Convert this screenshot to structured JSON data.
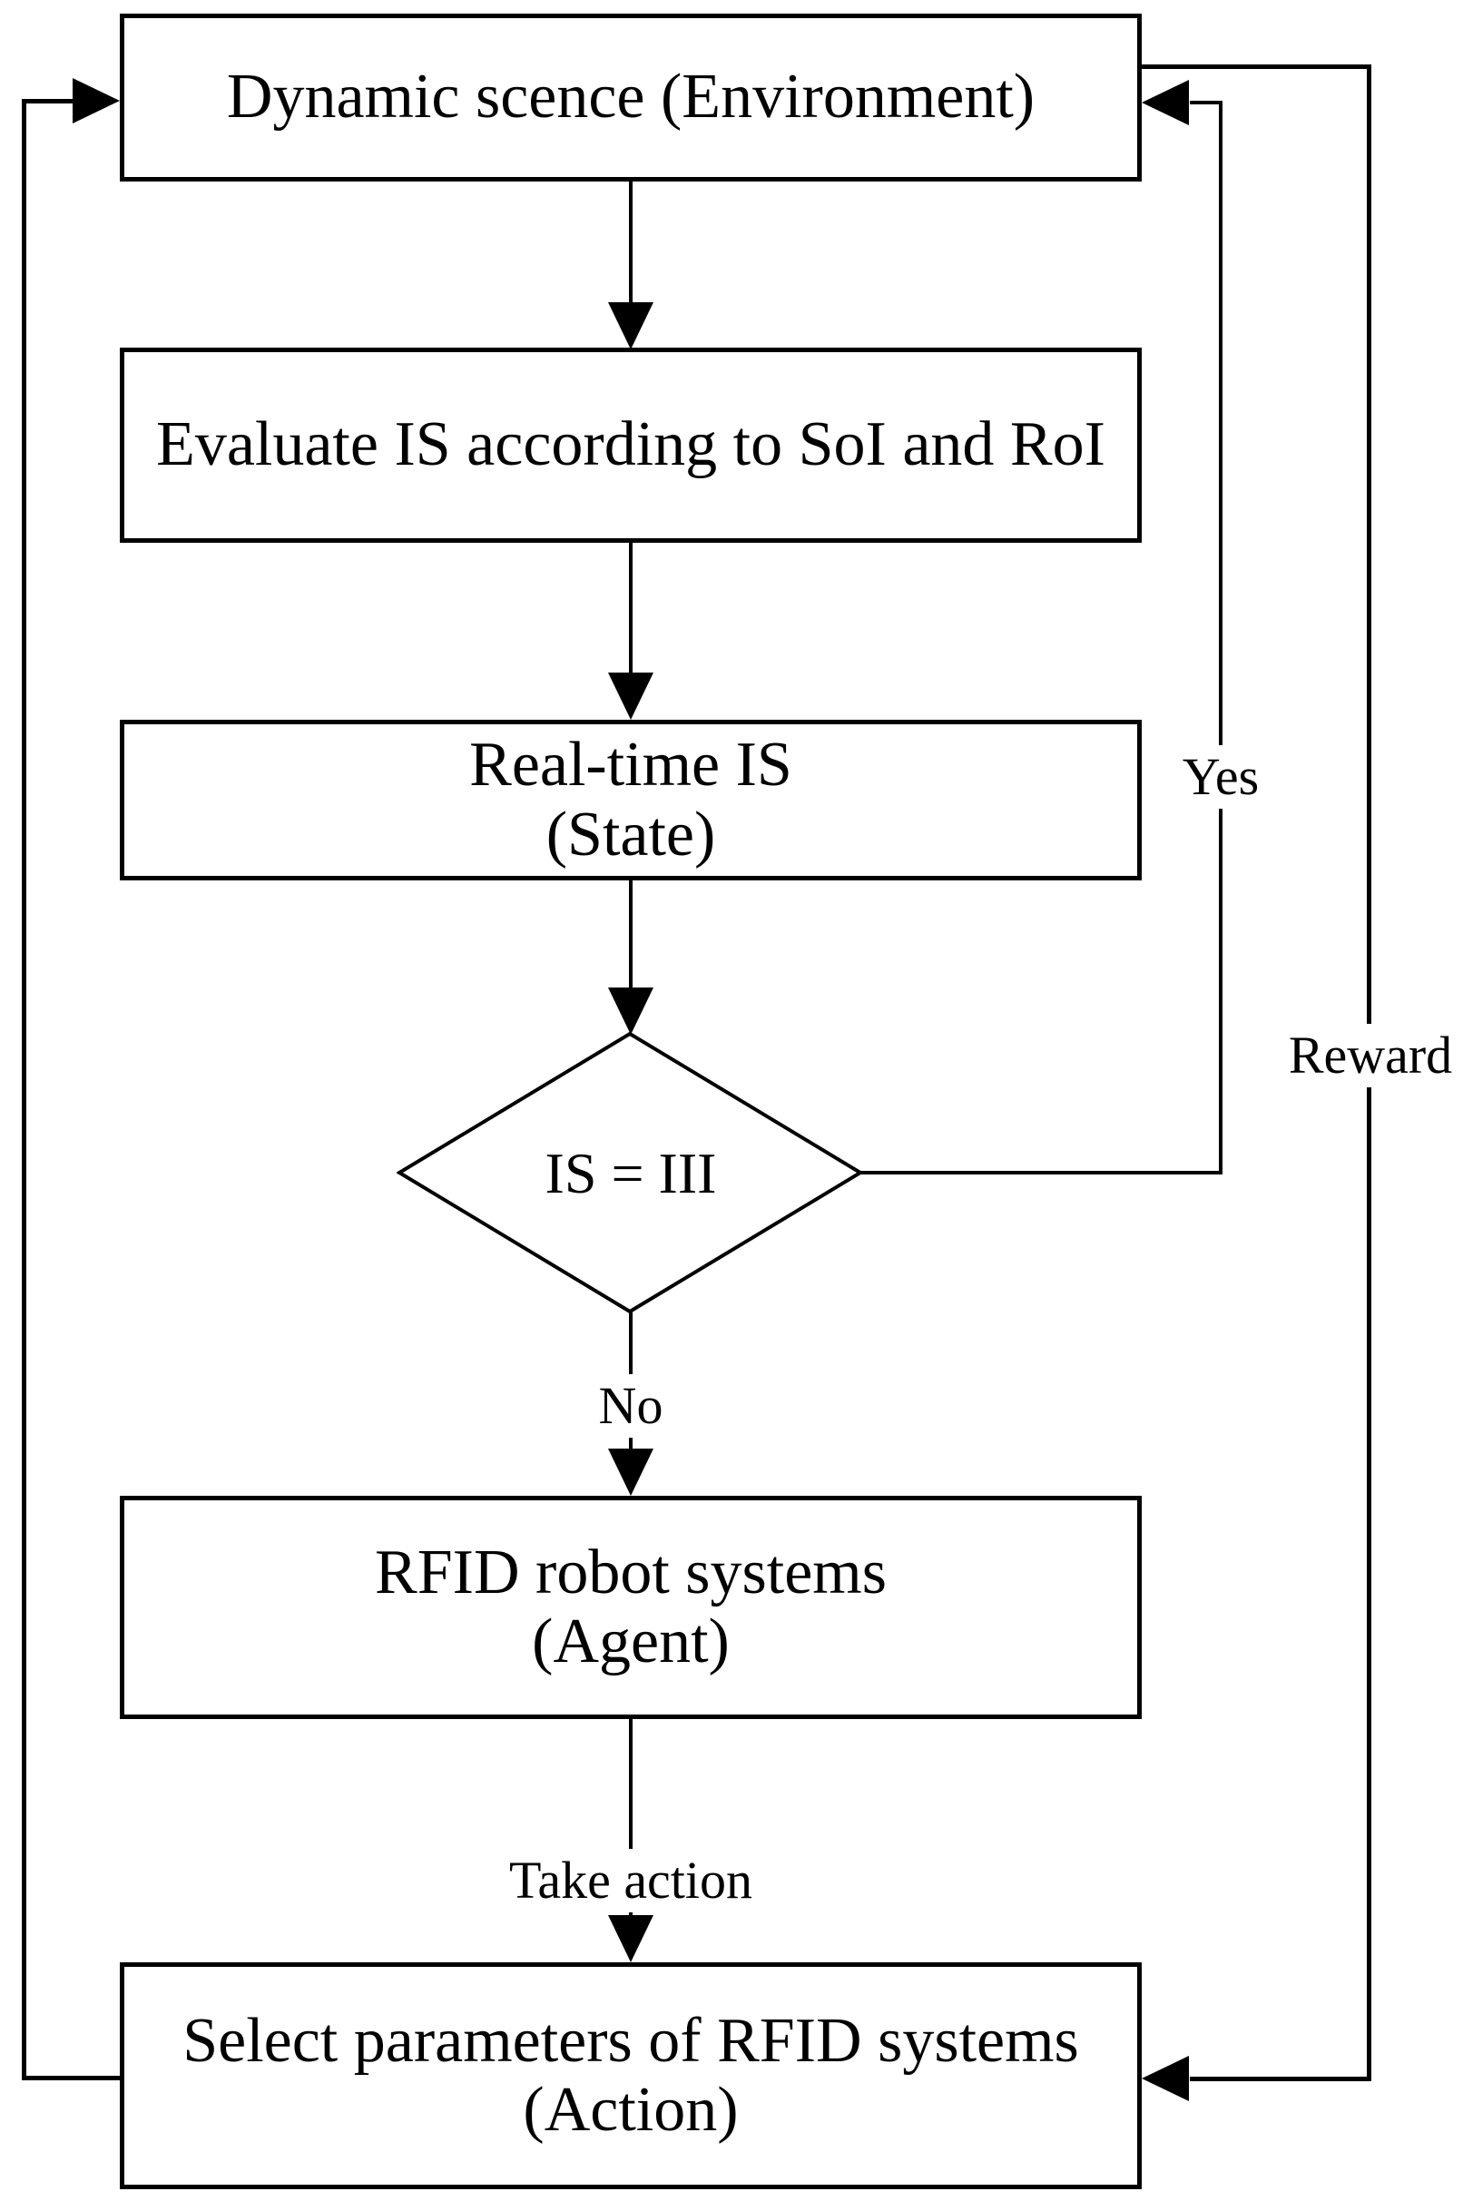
{
  "figure": {
    "type": "flowchart",
    "background": "#ffffff",
    "line_color": "#000000",
    "box_fill": "#ffffff",
    "text_color": "#000000"
  },
  "nodes": {
    "environment": {
      "label": "Dynamic scence (Environment)"
    },
    "evaluate": {
      "label": "Evaluate IS according to SoI and RoI"
    },
    "state": {
      "line1": "Real-time IS",
      "line2": "(State)"
    },
    "decision": {
      "label": "IS = III"
    },
    "agent": {
      "line1": "RFID robot systems",
      "line2": "(Agent)"
    },
    "action": {
      "line1": "Select parameters of RFID systems",
      "line2": "(Action)"
    }
  },
  "edge_labels": {
    "yes": "Yes",
    "no": "No",
    "reward": "Reward",
    "take_action": "Take action"
  }
}
